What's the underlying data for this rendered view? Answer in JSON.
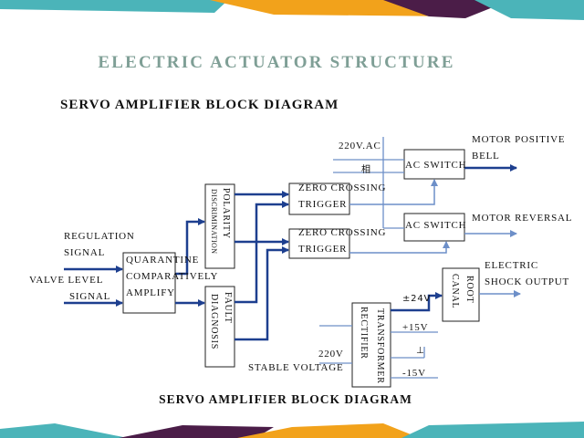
{
  "slide": {
    "title": "ELECTRIC ACTUATOR STRUCTURE",
    "heading": "SERVO AMPLIFIER BLOCK DIAGRAM",
    "caption": "SERVO AMPLIFIER BLOCK DIAGRAM"
  },
  "colors": {
    "title": "#7f9f96",
    "arrow_dark": "#1d3f8f",
    "arrow_light": "#6d8fc8",
    "teal": "#4bb4b9",
    "orange": "#f2a21b",
    "purple": "#4b1d48"
  },
  "diagram": {
    "inputs": {
      "regulation_line1": "REGULATION",
      "regulation_line2": "SIGNAL",
      "valve_line1": "VALVE LEVEL",
      "valve_line2": "SIGNAL"
    },
    "blocks": {
      "quarantine_line1": "QUARANTINE",
      "quarantine_line2": "COMPARATIVELY",
      "quarantine_line3": "AMPLIFY",
      "polarity": "POLARITY",
      "discrimination": "DISCRIMINATION",
      "fault": "FAULT",
      "diagnosis": "DIAGNOSIS",
      "zero1_line1": "ZERO CROSSING",
      "zero1_line2": "TRIGGER",
      "zero2_line1": "ZERO CROSSING",
      "zero2_line2": "TRIGGER",
      "ac_switch_1": "AC SWITCH",
      "ac_switch_2": "AC SWITCH",
      "root": "ROOT",
      "canal": "CANAL",
      "transformer": "TRANSFORMER",
      "rectifier": "RECTIFIER"
    },
    "power": {
      "ac_supply": "220V.AC",
      "phase_char": "相",
      "ac_220": "220V",
      "stable_voltage": "STABLE VOLTAGE",
      "plus_minus_24": "±24V",
      "plus_15": "+15V",
      "ground": "⊥",
      "minus_15": "-15V"
    },
    "outputs": {
      "motor_positive_line1": "MOTOR POSITIVE",
      "motor_positive_line2": "BELL",
      "motor_reversal": "MOTOR REVERSAL",
      "electric_line1": "ELECTRIC",
      "electric_line2": "SHOCK OUTPUT"
    }
  }
}
